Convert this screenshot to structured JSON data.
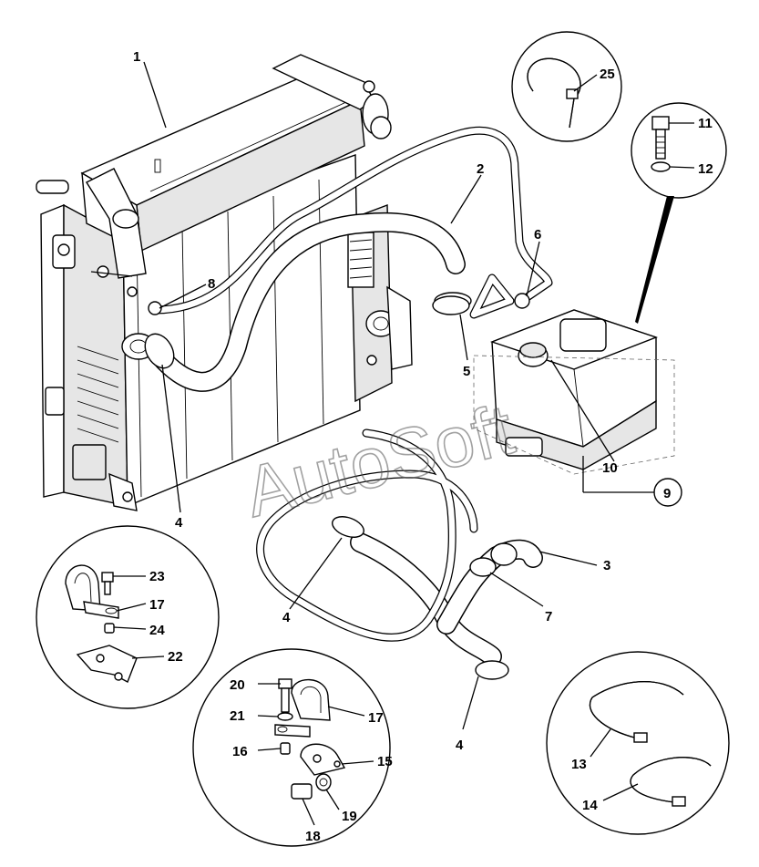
{
  "watermark": "AutoSoft",
  "callouts": [
    "1",
    "2",
    "3",
    "4",
    "4",
    "4",
    "5",
    "6",
    "7",
    "8",
    "9",
    "10",
    "11",
    "12",
    "13",
    "14",
    "15",
    "16",
    "17",
    "17",
    "18",
    "19",
    "20",
    "21",
    "22",
    "23",
    "24",
    "25"
  ]
}
